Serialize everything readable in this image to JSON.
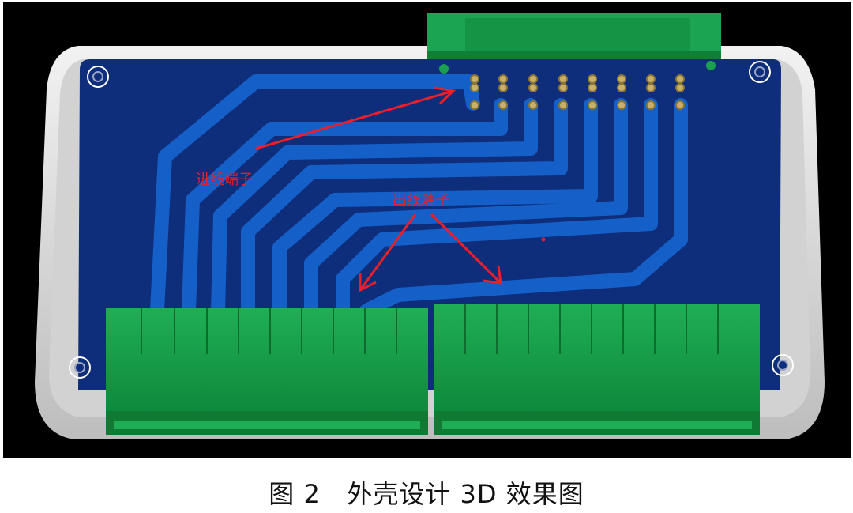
{
  "annotations": {
    "incoming_label": "进线端子",
    "outgoing_label": "出线端子",
    "arrow_color": "#e8202a"
  },
  "caption": {
    "figure_number": "图 2",
    "title": "外壳设计 3D 效果图"
  },
  "colors": {
    "background": "#000000",
    "enclosure": "#e6e6e6",
    "pcb": "#0e2d7a",
    "trace": "#1560c8",
    "terminal_block": "#12a04a",
    "annotation": "#e8202a"
  }
}
